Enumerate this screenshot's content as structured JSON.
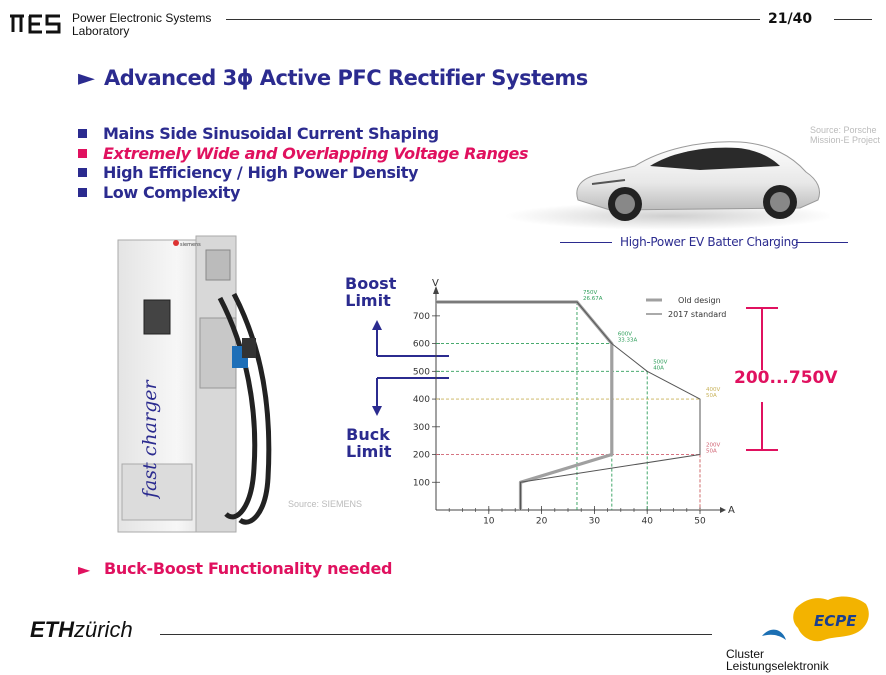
{
  "header": {
    "lab_line1": "Power Electronic Systems",
    "lab_line2": "Laboratory",
    "page": "21/40"
  },
  "title": "Advanced 3ϕ Active PFC Rectifier Systems",
  "bullets": [
    {
      "text": "Mains Side Sinusoidal Current Shaping",
      "highlight": false
    },
    {
      "text": "Extremely Wide and Overlapping Voltage Ranges",
      "highlight": true
    },
    {
      "text": "High Efficiency / High Power Density",
      "highlight": false
    },
    {
      "text": "Low Complexity",
      "highlight": false
    }
  ],
  "colors": {
    "primary": "#2b2b8f",
    "accent": "#e0115f",
    "old_design": "#a0a0a0",
    "green_dash": "#2e9e5a",
    "yellow_dash": "#c8b25a",
    "red_dash": "#d06070"
  },
  "car": {
    "source_line1": "Source: Porsche",
    "source_line2": "Mission-E Project",
    "caption": "High-Power EV Batter Charging"
  },
  "charger": {
    "source": "Source: SIEMENS",
    "brand": "fast charger",
    "logo_text": "siemens"
  },
  "boost": {
    "line1": "Boost",
    "line2": "Limit"
  },
  "buck": {
    "line1": "Buck",
    "line2": "Limit"
  },
  "range": "200...750V",
  "chart_data": {
    "type": "line",
    "xlabel": "A",
    "ylabel": "V",
    "xlim": [
      0,
      50
    ],
    "ylim": [
      0,
      750
    ],
    "x_ticks": [
      10,
      20,
      30,
      40,
      50
    ],
    "y_ticks": [
      100,
      200,
      300,
      400,
      500,
      600,
      700
    ],
    "legend": [
      {
        "name": "Old design",
        "style": "thick-gray"
      },
      {
        "name": "2017 standard",
        "style": "thin-dark"
      }
    ],
    "series": [
      {
        "name": "Old design",
        "points": [
          [
            16,
            0
          ],
          [
            16,
            100
          ],
          [
            33.3,
            200
          ],
          [
            33.3,
            600
          ],
          [
            26.7,
            750
          ],
          [
            0,
            750
          ]
        ]
      },
      {
        "name": "2017 standard",
        "points": [
          [
            16,
            0
          ],
          [
            16,
            100
          ],
          [
            50,
            200
          ],
          [
            50,
            400
          ],
          [
            40,
            500
          ],
          [
            33.3,
            600
          ],
          [
            26.7,
            750
          ],
          [
            0,
            750
          ]
        ]
      }
    ],
    "annotations": [
      {
        "x": 26.7,
        "y": 750,
        "lines": [
          "750V",
          "26.67A"
        ],
        "color": "#2e9e5a"
      },
      {
        "x": 33.3,
        "y": 600,
        "lines": [
          "600V",
          "33.33A"
        ],
        "color": "#2e9e5a"
      },
      {
        "x": 40,
        "y": 500,
        "lines": [
          "500V",
          "40A"
        ],
        "color": "#2e9e5a"
      },
      {
        "x": 50,
        "y": 400,
        "lines": [
          "400V",
          "50A"
        ],
        "color": "#c8b25a"
      },
      {
        "x": 50,
        "y": 200,
        "lines": [
          "200V",
          "50A"
        ],
        "color": "#d06070"
      }
    ]
  },
  "bottom_text": "Buck-Boost Functionality needed",
  "footer": {
    "eth_bold": "ETH",
    "eth_rest": "zürich",
    "ecpe": "ECPE",
    "cluster": "Cluster",
    "lektro": "Leistungselektronik"
  }
}
